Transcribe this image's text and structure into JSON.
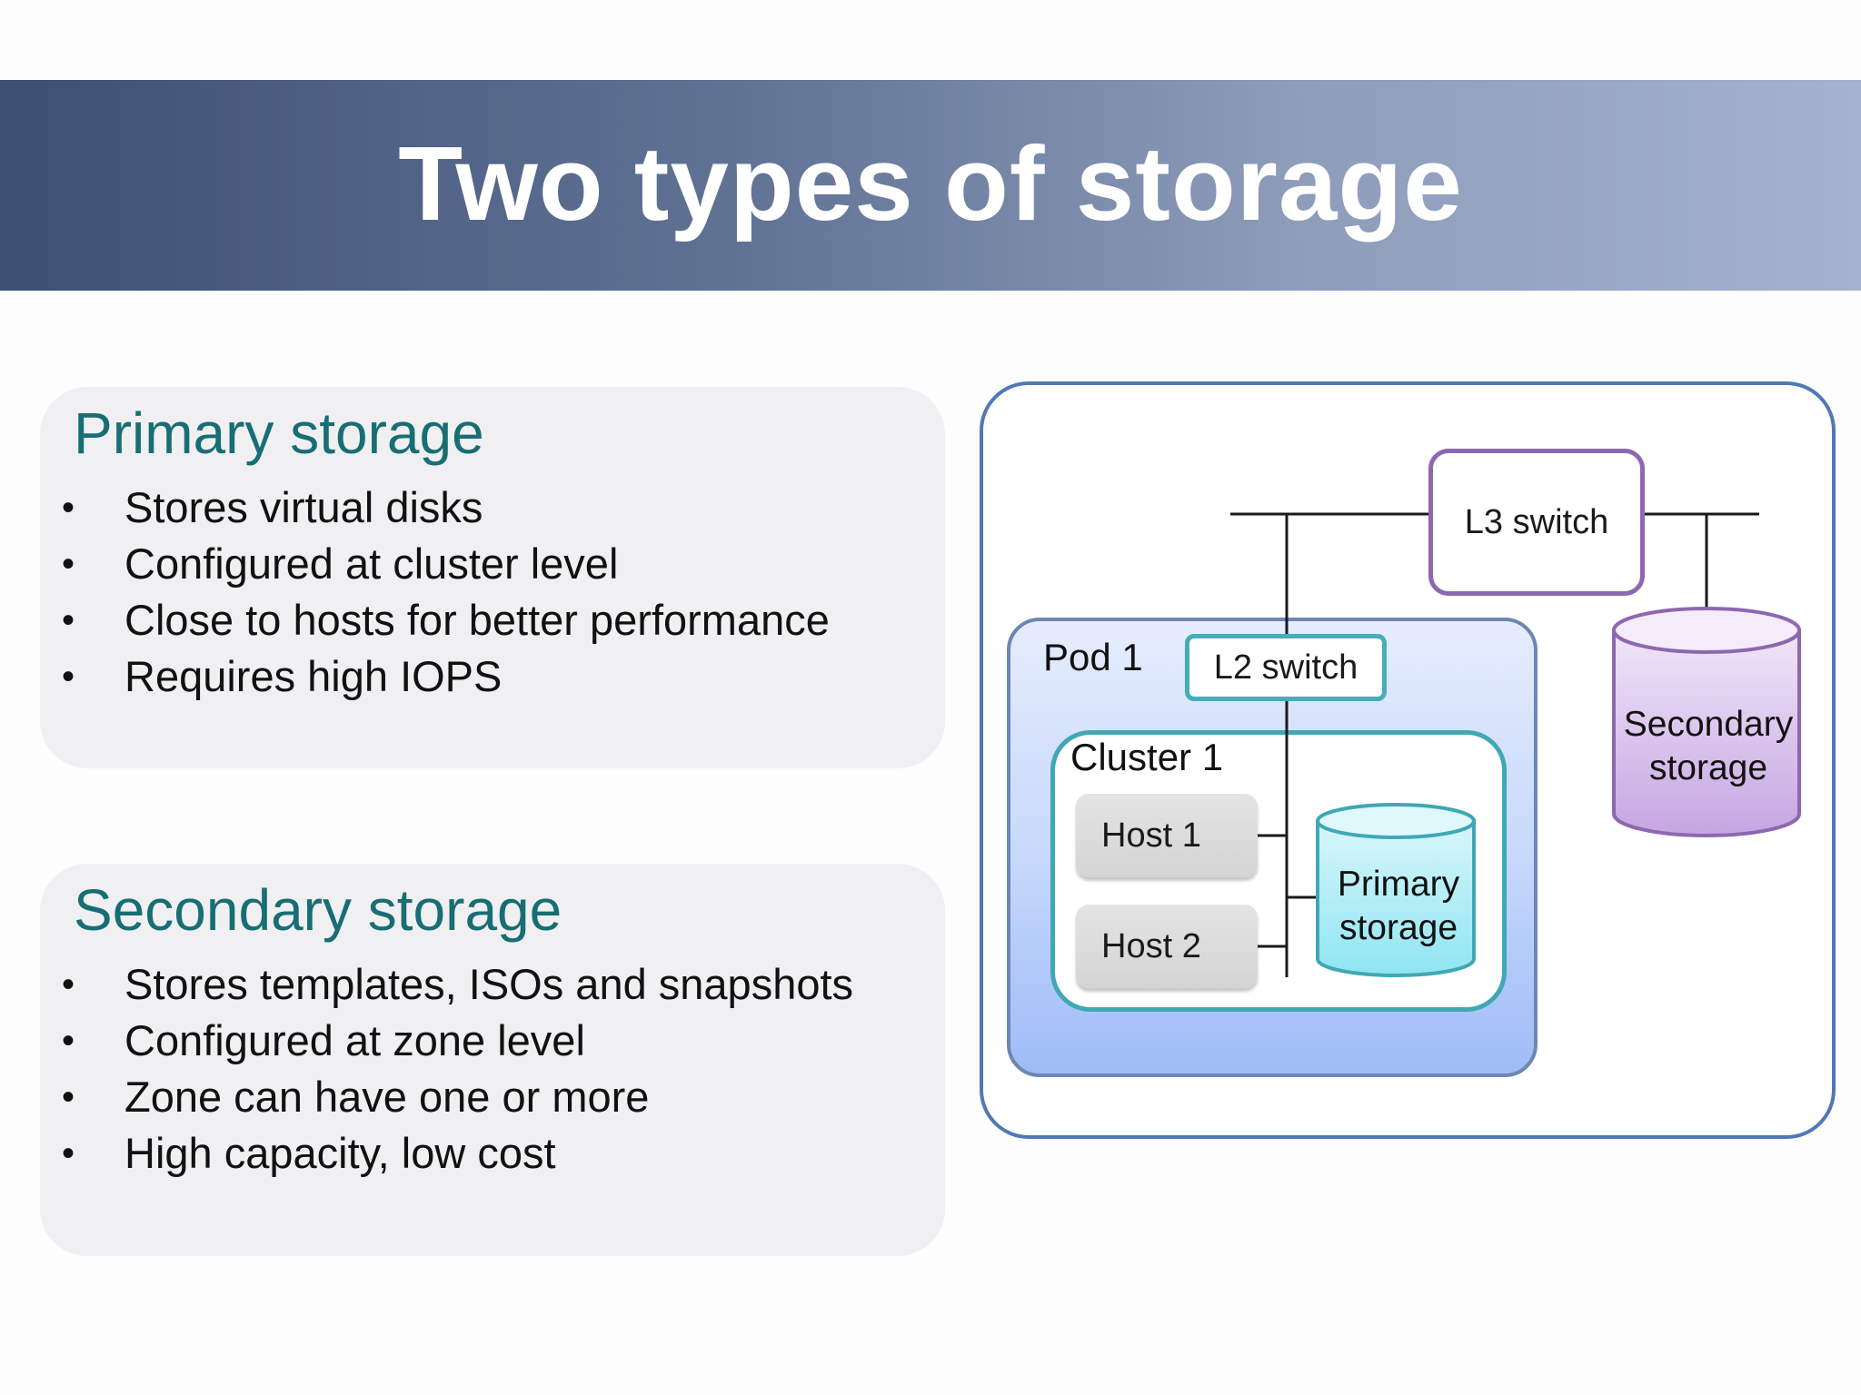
{
  "slide": {
    "title": "Two types of storage"
  },
  "primary_panel": {
    "heading": "Primary storage",
    "bullets": [
      "Stores virtual disks",
      "Configured at cluster level",
      "Close to hosts for better performance",
      "Requires high IOPS"
    ]
  },
  "secondary_panel": {
    "heading": "Secondary storage",
    "bullets": [
      "Stores templates, ISOs and snapshots",
      "Configured at zone level",
      "Zone can have one or more",
      "High capacity, low cost"
    ]
  },
  "bullet_glyph": "•",
  "diagram": {
    "l3_switch": "L3 switch",
    "pod_label": "Pod 1",
    "l2_switch": "L2 switch",
    "cluster_label": "Cluster 1",
    "host1": "Host 1",
    "host2": "Host 2",
    "primary_storage": {
      "line1": "Primary",
      "line2": "storage"
    },
    "secondary_storage": {
      "line1": "Secondary",
      "line2": "storage"
    }
  },
  "colors": {
    "title_bar_start": "#3e4f74",
    "title_bar_end": "#a4b2ce",
    "heading_teal": "#176e74",
    "panel_bg": "#f0eff1",
    "frame_blue": "#4e79b5",
    "l3_purple": "#8d68b0",
    "l2_teal": "#44aeba",
    "primary_cylinder": "#a7eef7",
    "secondary_cylinder": "#d3baea"
  }
}
